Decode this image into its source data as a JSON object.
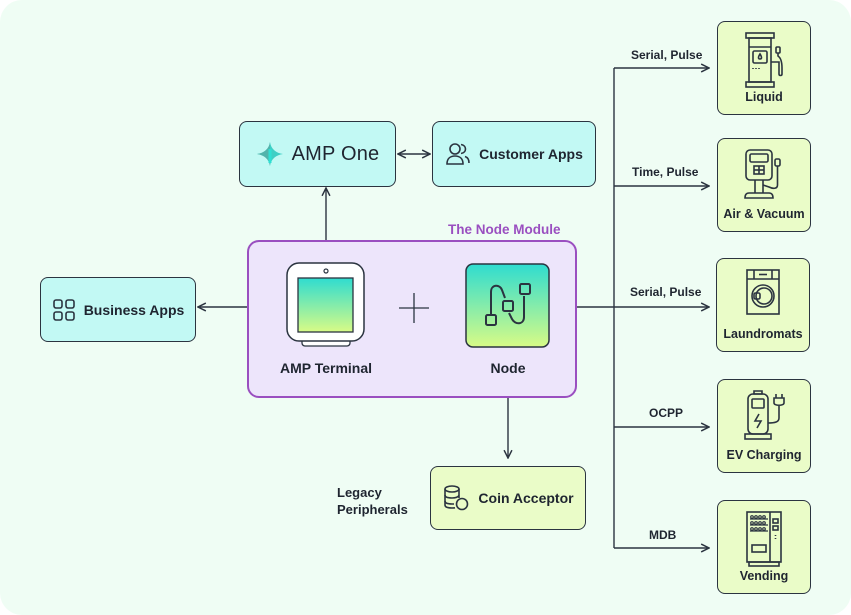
{
  "diagram": {
    "colors": {
      "background": "#effdf4",
      "cyan_box": "#c2f9f4",
      "lime_box": "#eafcc8",
      "module_fill": "#ede5fb",
      "module_border": "#9a4fc0",
      "stroke": "#2b3440"
    },
    "amp_one": {
      "label": "AMP One",
      "icon": "amp-one-logo-icon"
    },
    "customer_apps": {
      "label": "Customer Apps",
      "icon": "users-icon"
    },
    "business_apps": {
      "label": "Business Apps",
      "icon": "grid-icon"
    },
    "node_module": {
      "title": "The Node Module",
      "terminal": {
        "label": "AMP Terminal",
        "icon": "terminal-device-icon"
      },
      "joiner": "+",
      "node": {
        "label": "Node",
        "icon": "node-circuit-icon"
      }
    },
    "legacy": {
      "label_line1": "Legacy",
      "label_line2": "Peripherals",
      "coin_acceptor": {
        "label": "Coin Acceptor",
        "icon": "coin-stack-icon"
      }
    },
    "devices": [
      {
        "label": "Liquid",
        "connection": "Serial, Pulse",
        "icon": "fuel-pump-icon"
      },
      {
        "label": "Air & Vacuum",
        "connection": "Time, Pulse",
        "icon": "air-pump-icon"
      },
      {
        "label": "Laundromats",
        "connection": "Serial, Pulse",
        "icon": "washing-machine-icon"
      },
      {
        "label": "EV Charging",
        "connection": "OCPP",
        "icon": "ev-charger-icon"
      },
      {
        "label": "Vending",
        "connection": "MDB",
        "icon": "vending-machine-icon"
      }
    ]
  }
}
